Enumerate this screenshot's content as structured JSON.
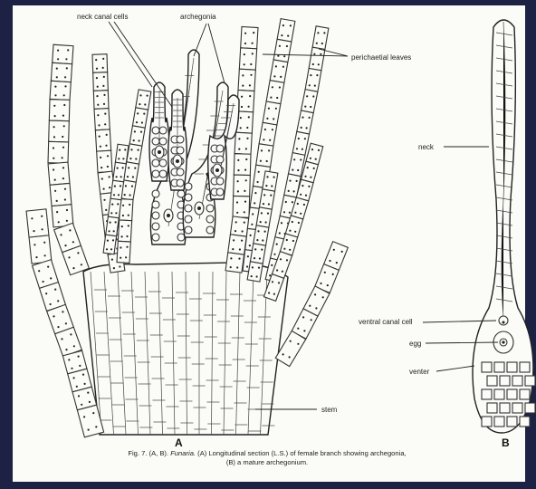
{
  "labels": {
    "neck_canal_cells": "neck canal cells",
    "archegonia": "archegonia",
    "perichaetial_leaves": "perichaetial leaves",
    "stem": "stem",
    "neck": "neck",
    "ventral_canal_cell": "ventral canal cell",
    "egg": "egg",
    "venter": "venter"
  },
  "panels": {
    "a": "A",
    "b": "B"
  },
  "caption": {
    "prefix": "Fig. 7. (A, B).",
    "genus": "Funaria.",
    "line1": "(A) Longitudinal section (L.S.) of female branch showing archegonia,",
    "line2": "(B) a mature archegonium."
  }
}
